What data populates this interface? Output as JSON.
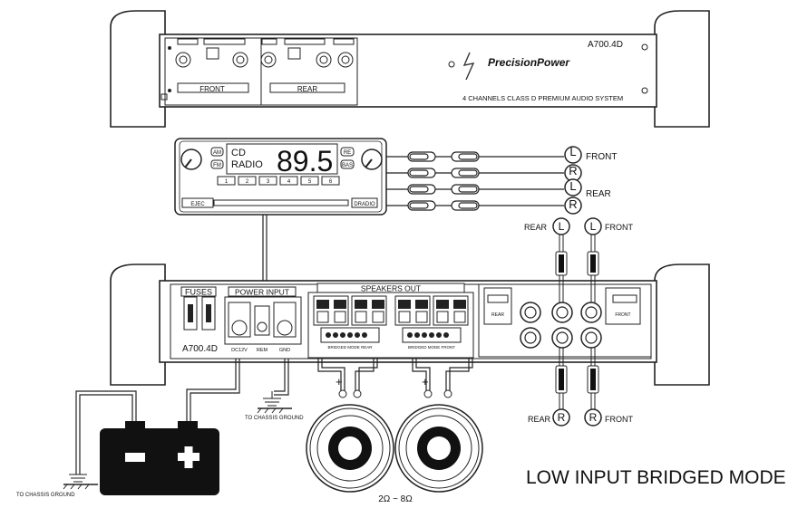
{
  "top_amp": {
    "model": "A700.4D",
    "brand": "PrecisionPower",
    "tagline": "4 CHANNELS CLASS D PREMIUM AUDIO SYSTEM",
    "front_label": "FRONT",
    "rear_label": "REAR"
  },
  "head_unit": {
    "source_line1": "CD",
    "source_line2": "RADIO",
    "frequency": "89.5",
    "btn_am": "AM",
    "btn_fm": "FM",
    "btn_re": "RE",
    "btn_bas": "BAS",
    "presets": [
      "1",
      "2",
      "3",
      "4",
      "5",
      "6"
    ],
    "eject": "EJEC",
    "radio_btn": "DRADIO"
  },
  "rca_out": {
    "l": "L",
    "r": "R",
    "front": "FRONT",
    "rear": "REAR"
  },
  "bottom_amp": {
    "model": "A700.4D",
    "fuses": "FUSES",
    "power_input": "POWER INPUT",
    "speakers_out": "SPEAKERS OUT",
    "terminals": [
      "DC12V",
      "REM",
      "GND"
    ],
    "bridged_rear": "BRIDGED MODE REAR",
    "bridged_front": "BRIDGED MODE FRONT",
    "rear_small": "REAR",
    "front_small": "FRONT"
  },
  "rca_in": {
    "rear": "REAR",
    "front": "FRONT",
    "l": "L",
    "r": "R"
  },
  "wiring": {
    "chassis_ground_1": "TO CHASSIS GROUND",
    "chassis_ground_2": "TO CHASSIS GROUND",
    "plus": "+",
    "impedance": "2Ω ~ 8Ω"
  },
  "mode_title": "LOW INPUT BRIDGED MODE"
}
